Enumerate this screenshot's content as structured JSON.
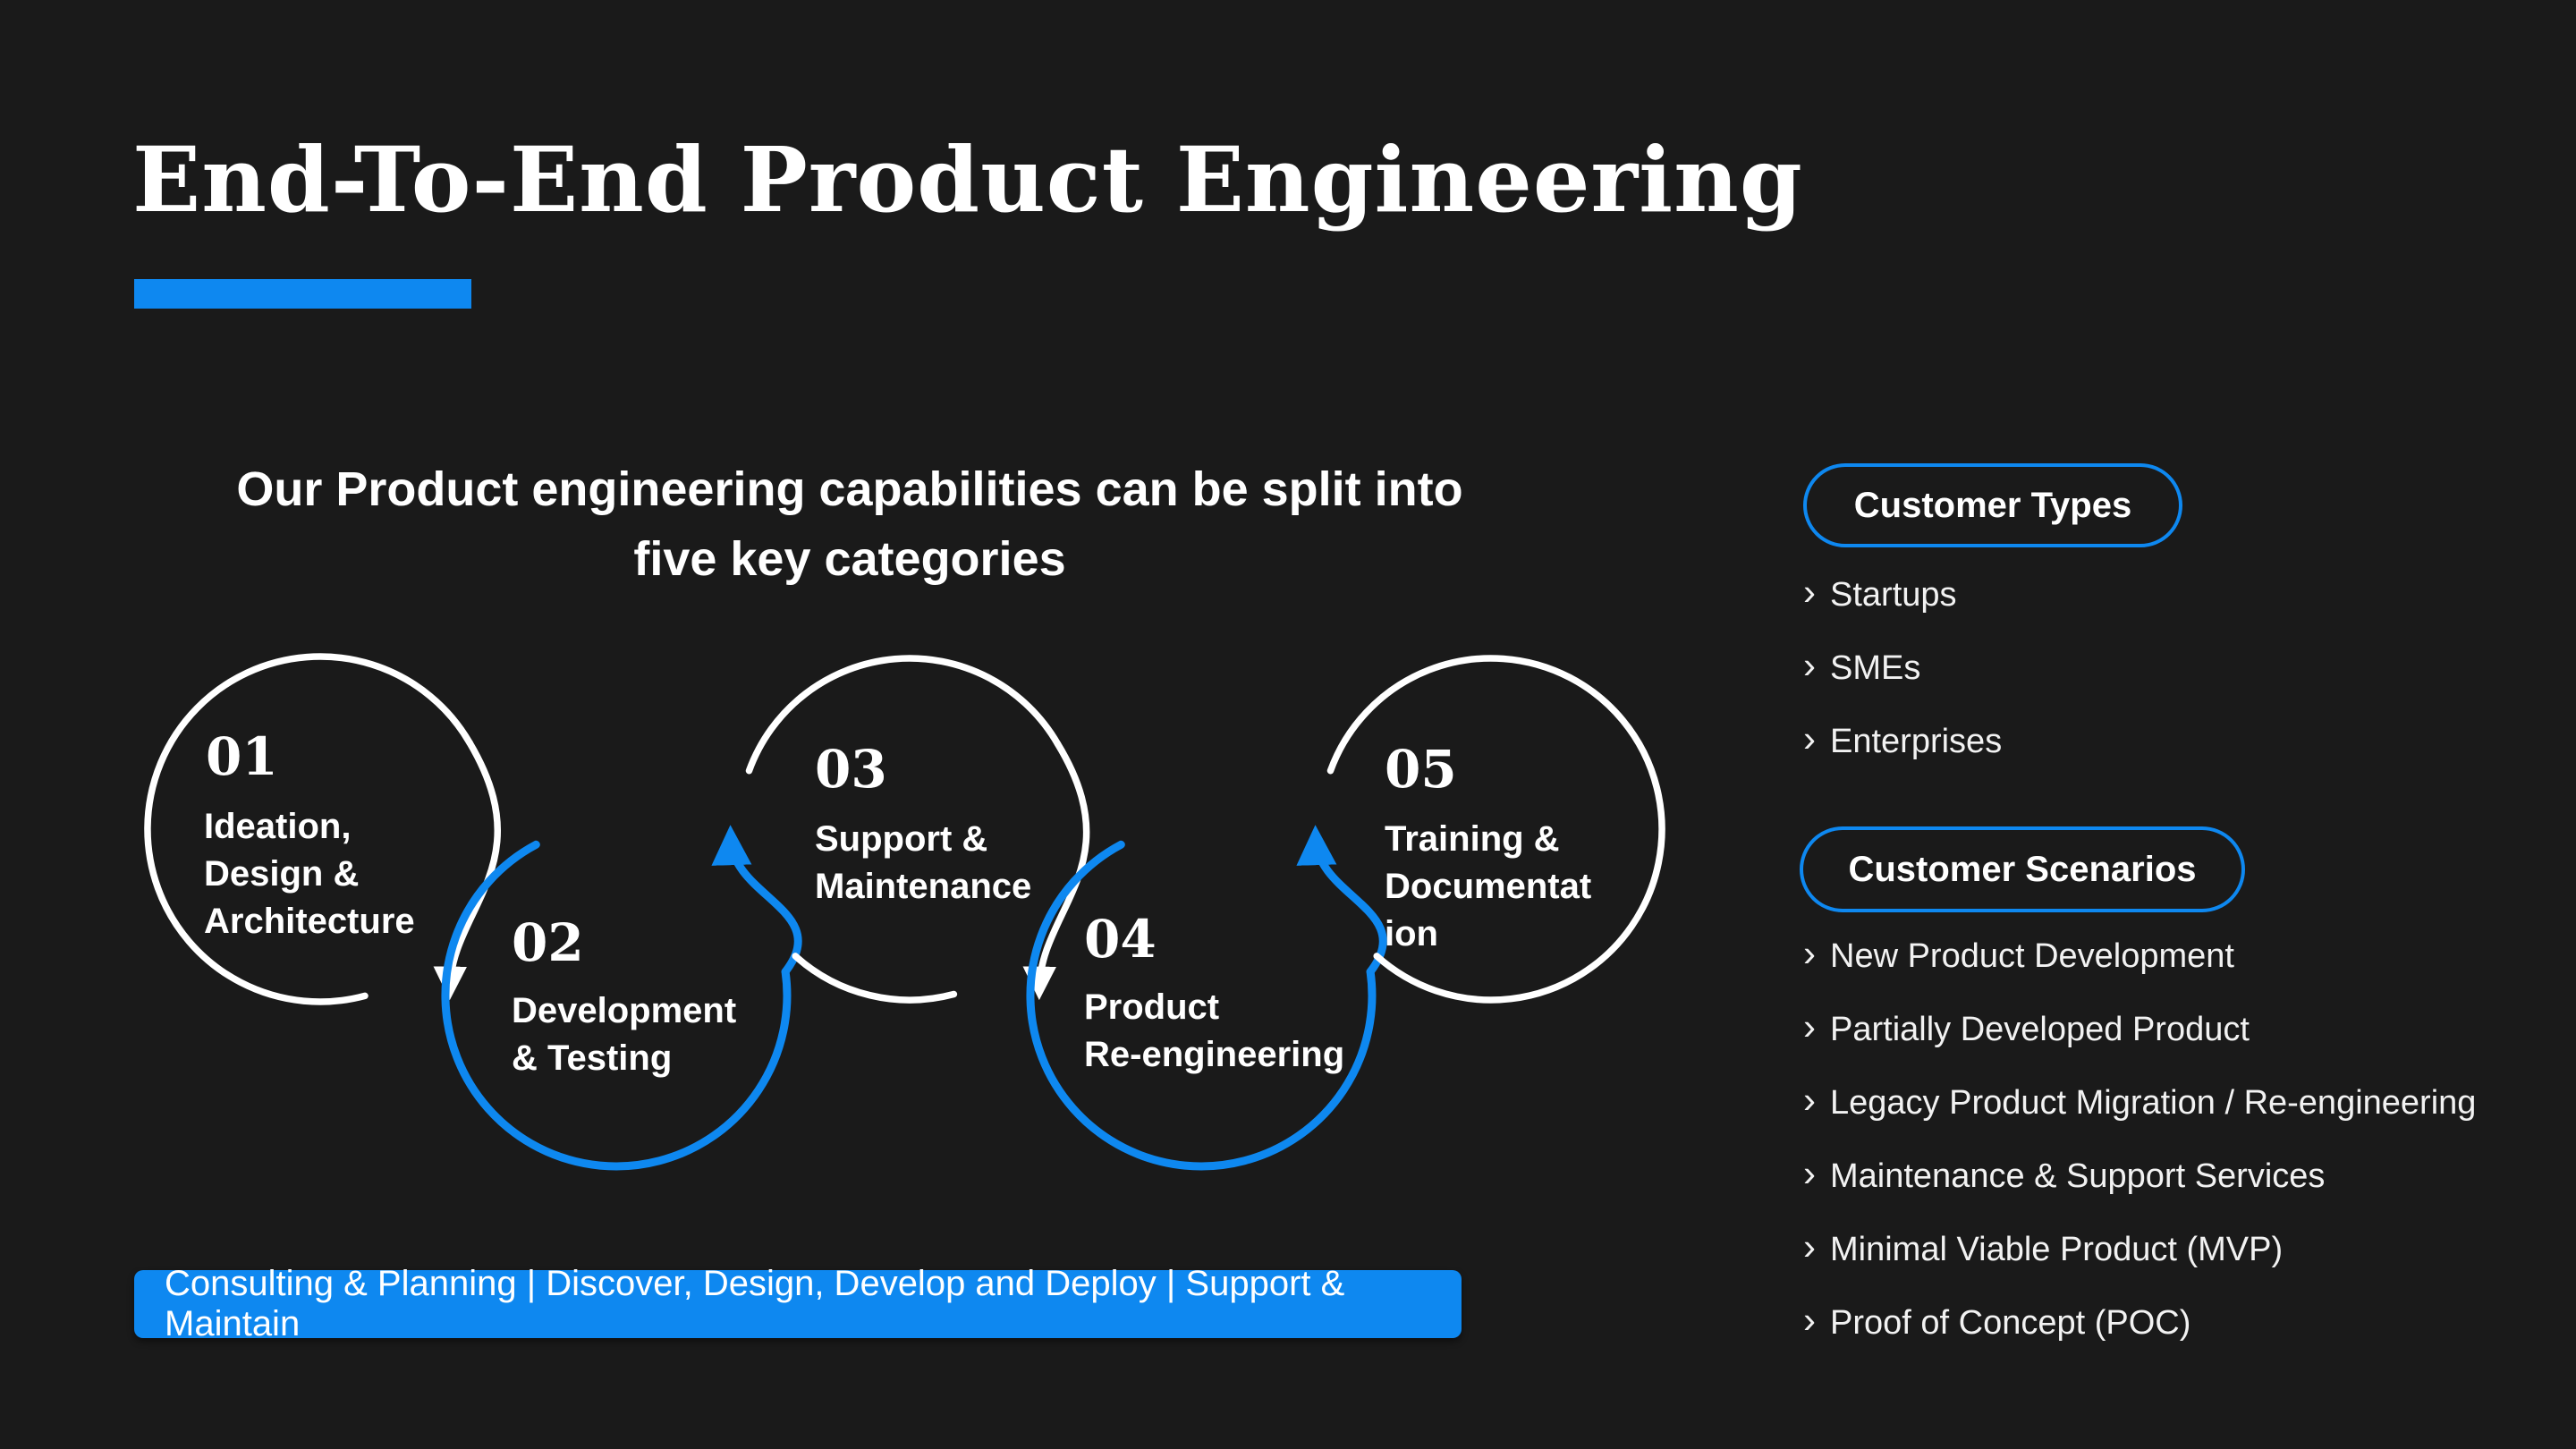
{
  "slide": {
    "title": "End-To-End Product Engineering",
    "subtitle_line1": "Our Product engineering capabilities can be split into",
    "subtitle_line2": "five key categories",
    "banner": "Consulting & Planning | Discover, Design, Develop and Deploy | Support & Maintain"
  },
  "stages": [
    {
      "number": "01",
      "label": "Ideation, Design & Architecture",
      "label_lines": [
        "Ideation,",
        "Design &",
        "Architecture"
      ],
      "circle_color": "white"
    },
    {
      "number": "02",
      "label": "Development & Testing",
      "label_lines": [
        "Development",
        "& Testing"
      ],
      "circle_color": "blue"
    },
    {
      "number": "03",
      "label": "Support & Maintenance",
      "label_lines": [
        "Support &",
        "Maintenance"
      ],
      "circle_color": "white"
    },
    {
      "number": "04",
      "label": "Product Re-engineering",
      "label_lines": [
        "Product",
        "Re-engineering"
      ],
      "circle_color": "blue"
    },
    {
      "number": "05",
      "label": "Training & Documentation",
      "label_lines": [
        "Training &",
        "Documentat",
        "ion"
      ],
      "circle_color": "white"
    }
  ],
  "customer_types": {
    "title": "Customer Types",
    "items": [
      "Startups",
      "SMEs",
      "Enterprises"
    ]
  },
  "customer_scenarios": {
    "title": "Customer Scenarios",
    "items": [
      "New Product Development",
      "Partially Developed Product",
      "Legacy Product Migration / Re-engineering",
      "Maintenance & Support Services",
      "Minimal Viable Product (MVP)",
      "Proof of Concept (POC)"
    ]
  },
  "icons": {
    "bullet": "›"
  },
  "colors": {
    "background": "#1a1a1a",
    "accent_blue": "#0e88f0",
    "text": "#ffffff"
  }
}
